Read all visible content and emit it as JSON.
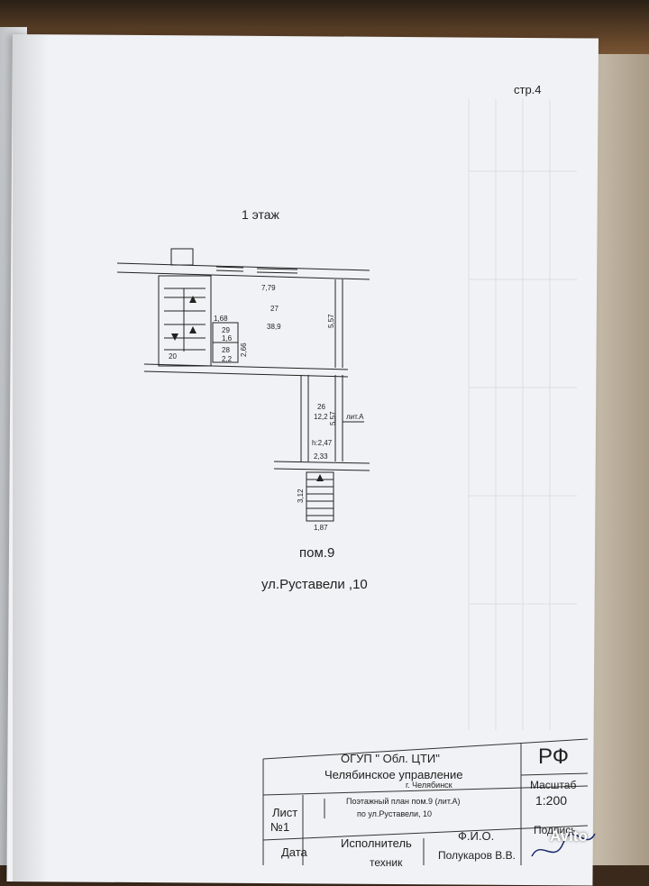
{
  "header": {
    "page_number": "стр.4"
  },
  "plan": {
    "floor_label": "1 этаж",
    "room_label": "пом.9",
    "address": "ул.Руставели ,10",
    "dimensions": {
      "top_width": "7,79",
      "right_height": "5,57",
      "left_small": "1,68",
      "stair_width": "2,66",
      "corr_height": "5,57",
      "height_mark": "h:2,47",
      "bottom_width": "2,33",
      "porch_height": "3,12",
      "porch_width": "1,87",
      "wall_mark": "20"
    },
    "rooms": [
      {
        "num": "27",
        "area": "38,9"
      },
      {
        "num": "29",
        "area": "1,6"
      },
      {
        "num": "28",
        "area": "2,2"
      },
      {
        "num": "26",
        "area": "12,2"
      }
    ],
    "lit_label": "лит.А"
  },
  "stamp": {
    "org": "ОГУП \" Обл. ЦТИ\"",
    "branch": "Челябинское управление",
    "city": "г. Челябинск",
    "plan_desc_1": "Поэтажный план пом.9 (лит.А)",
    "plan_desc_2": "по ул.Руставели, 10",
    "rf": "РФ",
    "scale_label": "Масштаб",
    "scale": "1:200",
    "sheet_label": "Лист",
    "sheet_num": "№1",
    "date_label": "Дата",
    "executor_label": "Исполнитель",
    "fio_label": "Ф.И.О.",
    "sign_label": "Подпись",
    "executor_role": "техник",
    "executor_name": "Полукаров В.В."
  },
  "watermark": "Avito"
}
